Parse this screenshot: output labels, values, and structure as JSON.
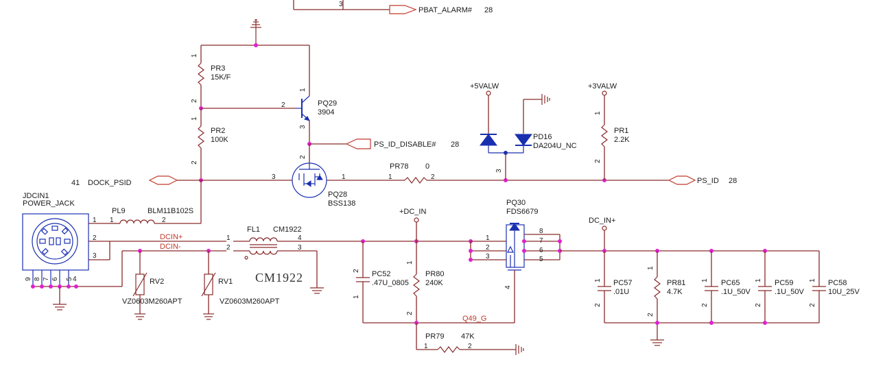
{
  "nets": {
    "pbat_alarm": "PBAT_ALARM#",
    "ps_id_disable": "PS_ID_DISABLE#",
    "dock_psid": "DOCK_PSID",
    "ps_id": "PS_ID",
    "p5valw": "+5VALW",
    "p3valw": "+3VALW",
    "dc_in_left": "+DC_IN",
    "dc_in_right": "DC_IN+",
    "dcin_plus": "DCIN+",
    "dcin_minus": "DCIN-",
    "q49_g": "Q49_G"
  },
  "sheet_refs": {
    "pbat_alarm": "28",
    "ps_id_disable": "28",
    "dock_psid": "41",
    "ps_id": "28"
  },
  "components": {
    "jdcin1": {
      "ref": "JDCIN1",
      "value": "POWER_JACK"
    },
    "pl9": {
      "ref": "PL9",
      "value": "BLM11B102S"
    },
    "fl1": {
      "ref": "FL1",
      "value": "CM1922",
      "body_text": "CM1922"
    },
    "rv2": {
      "ref": "RV2",
      "value": "VZ0603M260APT"
    },
    "rv1": {
      "ref": "RV1",
      "value": "VZ0603M260APT"
    },
    "pr3": {
      "ref": "PR3",
      "value": "15K/F"
    },
    "pr2": {
      "ref": "PR2",
      "value": "100K"
    },
    "pq29": {
      "ref": "PQ29",
      "value": "3904"
    },
    "pq28": {
      "ref": "PQ28",
      "value": "BSS138"
    },
    "pr78": {
      "ref": "PR78",
      "value": "0"
    },
    "pd16": {
      "ref": "PD16",
      "value": "DA204U_NC"
    },
    "pr1": {
      "ref": "PR1",
      "value": "2.2K"
    },
    "pq30": {
      "ref": "PQ30",
      "value": "FDS6679"
    },
    "pc52": {
      "ref": "PC52",
      "value": ".47U_0805"
    },
    "pr80": {
      "ref": "PR80",
      "value": "240K"
    },
    "pr79": {
      "ref": "PR79",
      "value": "47K"
    },
    "pc57": {
      "ref": "PC57",
      "value": ".01U"
    },
    "pr81": {
      "ref": "PR81",
      "value": "4.7K"
    },
    "pc65": {
      "ref": "PC65",
      "value": ".1U_50V"
    },
    "pc59": {
      "ref": "PC59",
      "value": ".1U_50V"
    },
    "pc58": {
      "ref": "PC58",
      "value": "10U_25V"
    }
  },
  "pins": {
    "p1": "1",
    "p2": "2",
    "p3": "3",
    "p4": "4",
    "p5": "5",
    "p6": "6",
    "p7": "7",
    "p8": "8",
    "p9": "9"
  }
}
